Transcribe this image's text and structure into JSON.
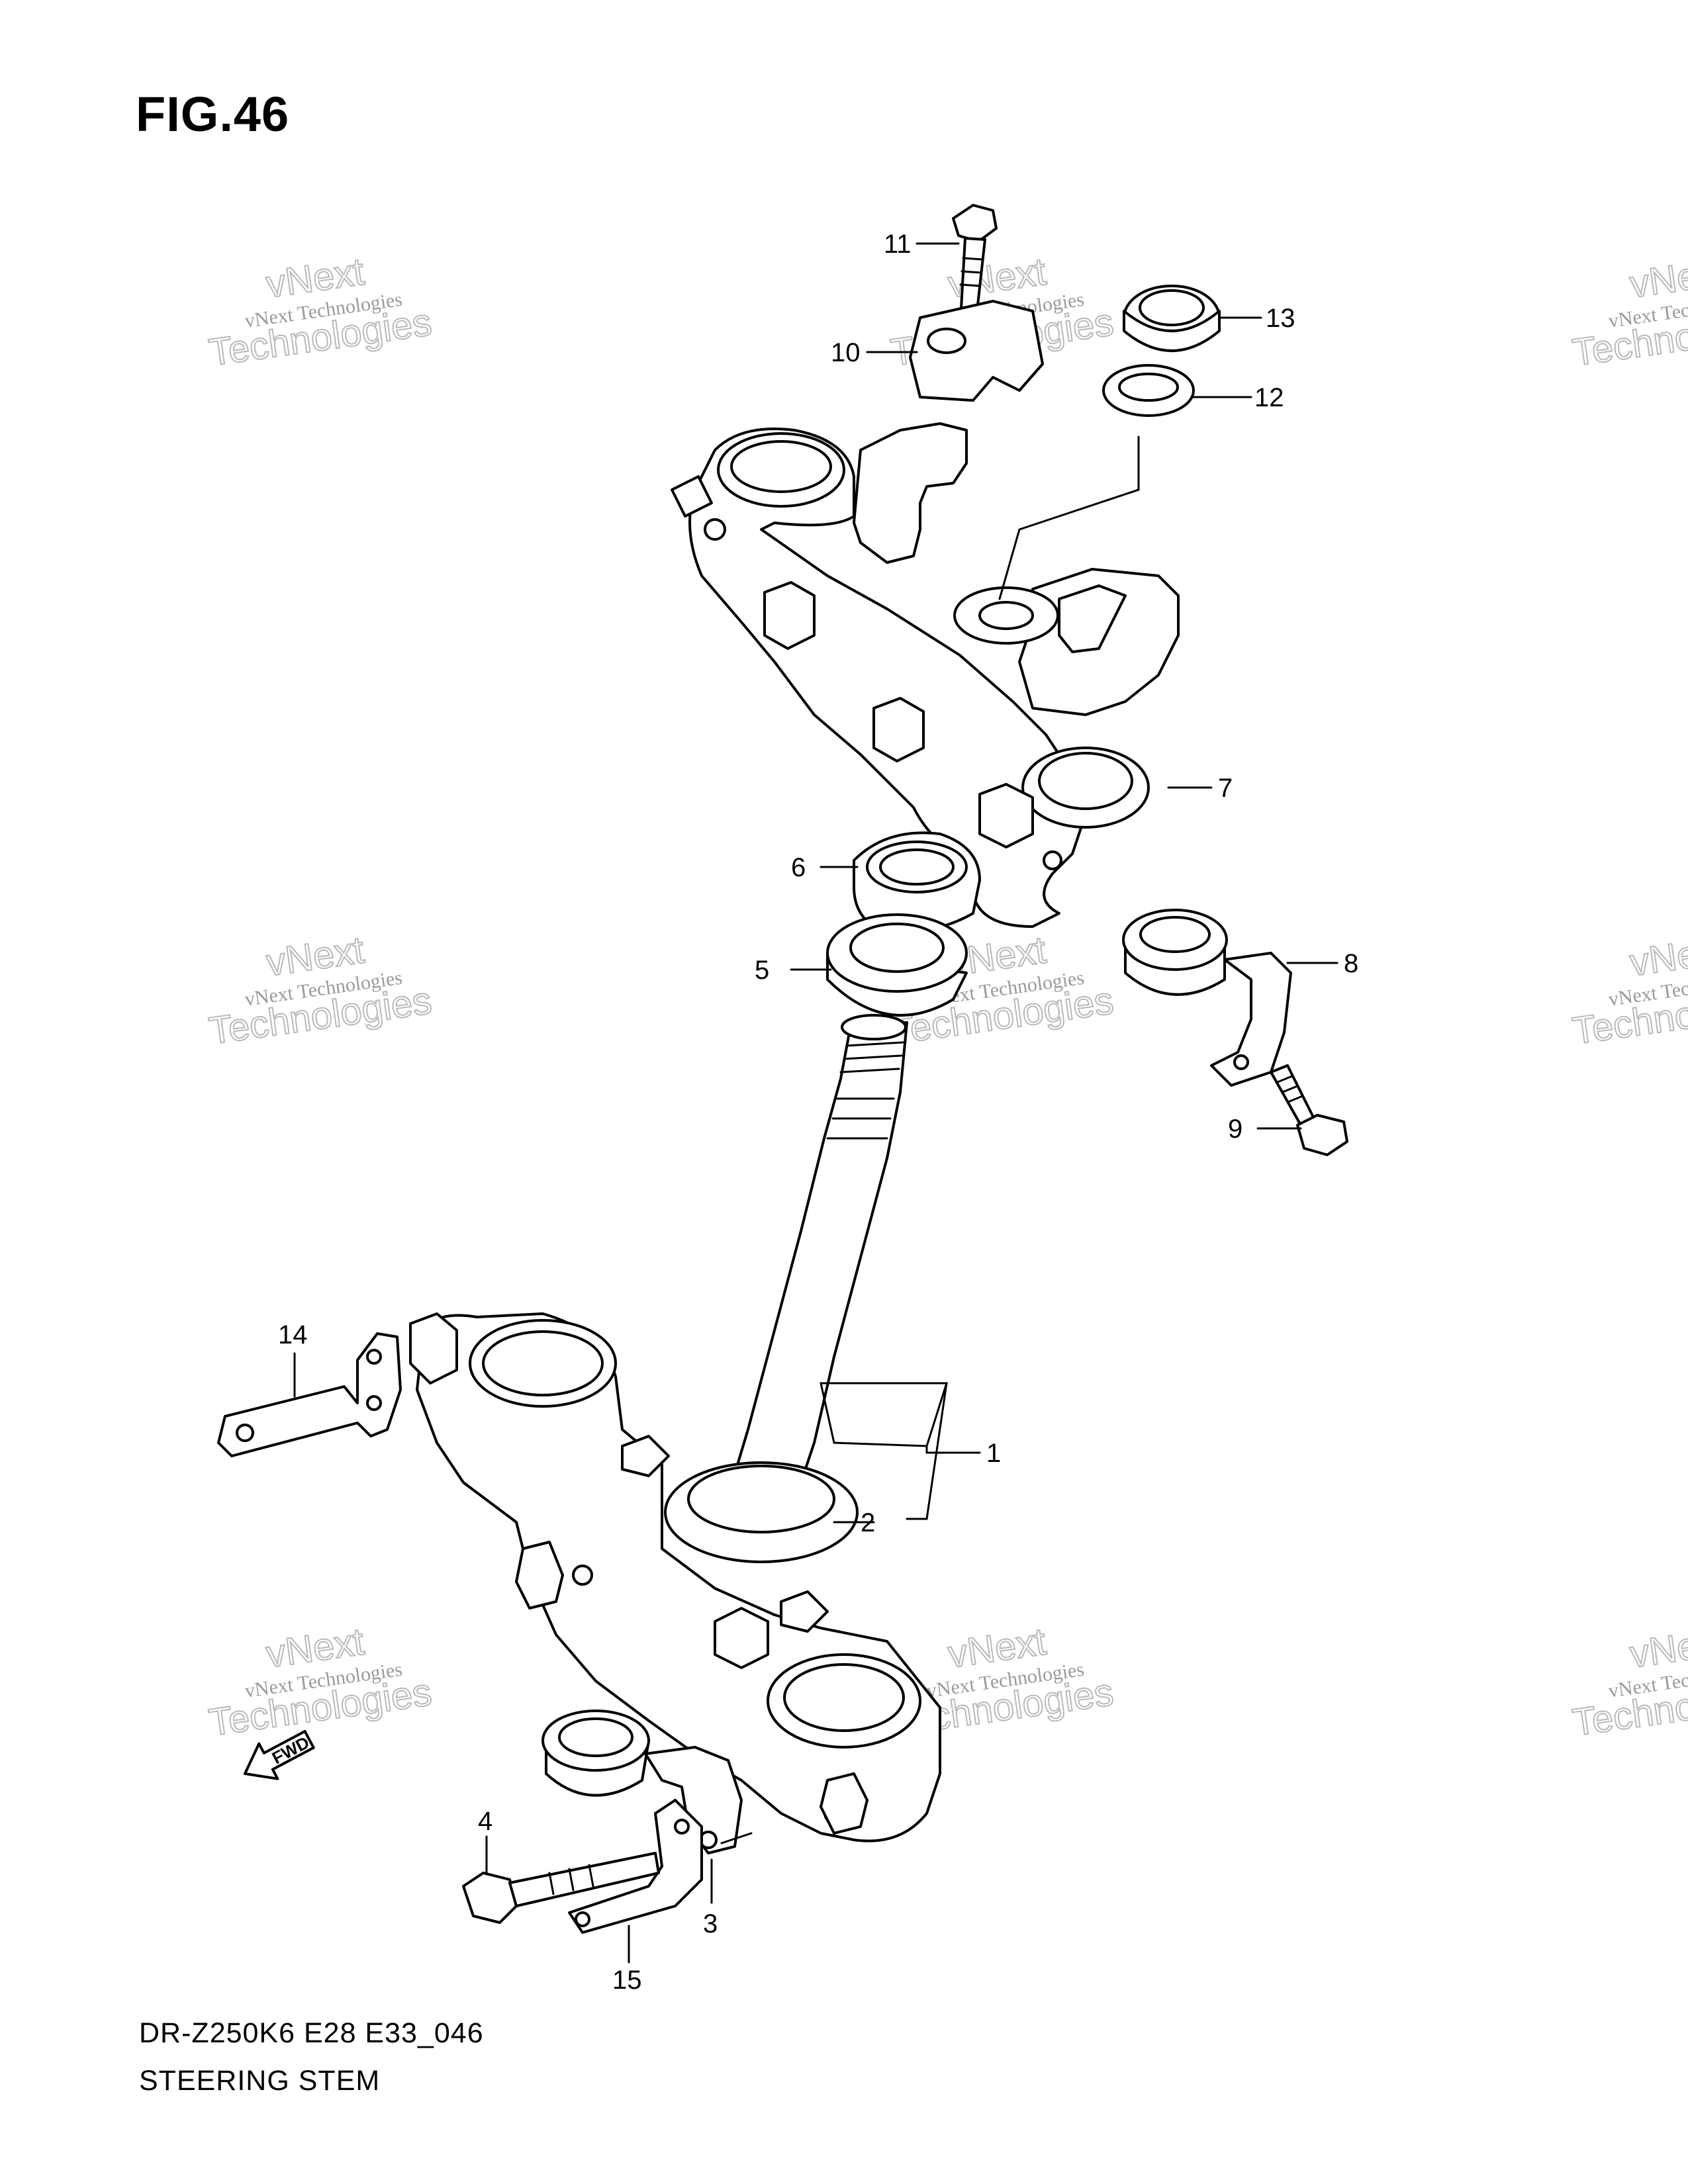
{
  "figure_title": "FIG.46",
  "caption_model": "DR-Z250K6 E28 E33_046",
  "caption_name": "STEERING STEM",
  "watermark": {
    "line1": "vNext Technologies",
    "line2": "vNext",
    "line3": "Technologies",
    "color": "#b9b9b9"
  },
  "callouts": [
    {
      "id": "1",
      "label": "1"
    },
    {
      "id": "2",
      "label": "2"
    },
    {
      "id": "3",
      "label": "3"
    },
    {
      "id": "4",
      "label": "4"
    },
    {
      "id": "5",
      "label": "5"
    },
    {
      "id": "6",
      "label": "6"
    },
    {
      "id": "7",
      "label": "7"
    },
    {
      "id": "8",
      "label": "8"
    },
    {
      "id": "9",
      "label": "9"
    },
    {
      "id": "10",
      "label": "10"
    },
    {
      "id": "11",
      "label": "11"
    },
    {
      "id": "12",
      "label": "12"
    },
    {
      "id": "13",
      "label": "13"
    },
    {
      "id": "14",
      "label": "14"
    },
    {
      "id": "15",
      "label": "15"
    }
  ],
  "direction_arrow": "FWD"
}
